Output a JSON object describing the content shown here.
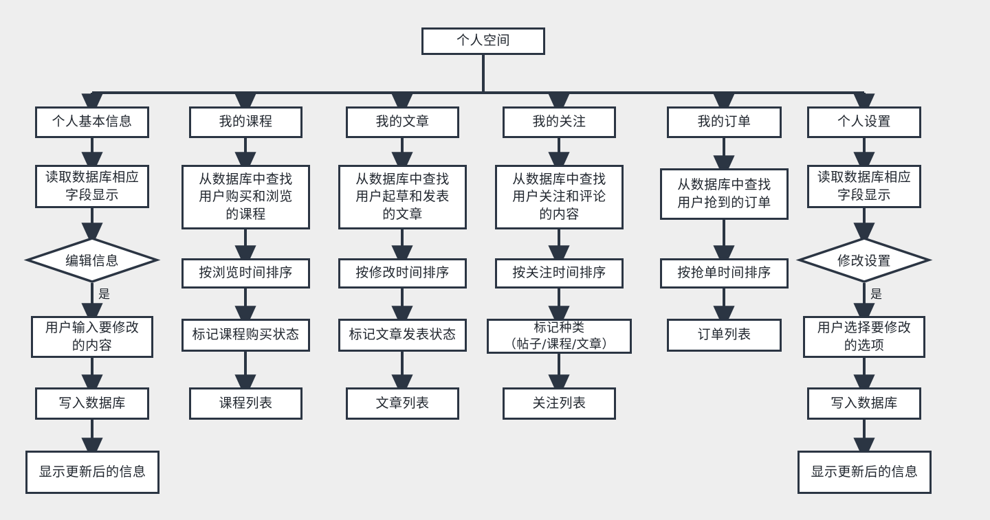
{
  "diagram": {
    "title": "个人空间",
    "background_color": "#eeeeee",
    "node_fill": "#ffffff",
    "node_stroke": "#2b3543",
    "text_color": "#20262e",
    "root": {
      "label": "个人空间"
    },
    "edge_labels": {
      "yes_left": "是",
      "yes_right": "是"
    },
    "columns": [
      {
        "id": "basic-info",
        "head": "个人基本信息",
        "nodes": [
          {
            "id": "col1-head",
            "label": "个人基本信息",
            "shape": "box"
          },
          {
            "id": "col1-read-db",
            "label": "读取数据库相应\n字段显示",
            "shape": "box"
          },
          {
            "id": "col1-edit-decision",
            "label": "编辑信息",
            "shape": "diamond"
          },
          {
            "id": "col1-user-input",
            "label": "用户输入要修改\n的内容",
            "shape": "box"
          },
          {
            "id": "col1-write-db",
            "label": "写入数据库",
            "shape": "box"
          },
          {
            "id": "col1-show-updated",
            "label": "显示更新后的信息",
            "shape": "box"
          }
        ]
      },
      {
        "id": "my-courses",
        "head": "我的课程",
        "nodes": [
          {
            "id": "col2-head",
            "label": "我的课程",
            "shape": "box"
          },
          {
            "id": "col2-query",
            "label": "从数据库中查找\n用户购买和浏览\n的课程",
            "shape": "box"
          },
          {
            "id": "col2-sort",
            "label": "按浏览时间排序",
            "shape": "box"
          },
          {
            "id": "col2-mark",
            "label": "标记课程购买状态",
            "shape": "box"
          },
          {
            "id": "col2-list",
            "label": "课程列表",
            "shape": "box"
          }
        ]
      },
      {
        "id": "my-articles",
        "head": "我的文章",
        "nodes": [
          {
            "id": "col3-head",
            "label": "我的文章",
            "shape": "box"
          },
          {
            "id": "col3-query",
            "label": "从数据库中查找\n用户起草和发表\n的文章",
            "shape": "box"
          },
          {
            "id": "col3-sort",
            "label": "按修改时间排序",
            "shape": "box"
          },
          {
            "id": "col3-mark",
            "label": "标记文章发表状态",
            "shape": "box"
          },
          {
            "id": "col3-list",
            "label": "文章列表",
            "shape": "box"
          }
        ]
      },
      {
        "id": "my-follows",
        "head": "我的关注",
        "nodes": [
          {
            "id": "col4-head",
            "label": "我的关注",
            "shape": "box"
          },
          {
            "id": "col4-query",
            "label": "从数据库中查找\n用户关注和评论\n的内容",
            "shape": "box"
          },
          {
            "id": "col4-sort",
            "label": "按关注时间排序",
            "shape": "box"
          },
          {
            "id": "col4-mark",
            "label": "标记种类\n（帖子/课程/文章）",
            "shape": "box"
          },
          {
            "id": "col4-list",
            "label": "关注列表",
            "shape": "box"
          }
        ]
      },
      {
        "id": "my-orders",
        "head": "我的订单",
        "nodes": [
          {
            "id": "col5-head",
            "label": "我的订单",
            "shape": "box"
          },
          {
            "id": "col5-query",
            "label": "从数据库中查找\n用户抢到的订单",
            "shape": "box"
          },
          {
            "id": "col5-sort",
            "label": "按抢单时间排序",
            "shape": "box"
          },
          {
            "id": "col5-list",
            "label": "订单列表",
            "shape": "box"
          }
        ]
      },
      {
        "id": "personal-settings",
        "head": "个人设置",
        "nodes": [
          {
            "id": "col6-head",
            "label": "个人设置",
            "shape": "box"
          },
          {
            "id": "col6-read-db",
            "label": "读取数据库相应\n字段显示",
            "shape": "box"
          },
          {
            "id": "col6-modify-decision",
            "label": "修改设置",
            "shape": "diamond"
          },
          {
            "id": "col6-user-select",
            "label": "用户选择要修改\n的选项",
            "shape": "box"
          },
          {
            "id": "col6-write-db",
            "label": "写入数据库",
            "shape": "box"
          },
          {
            "id": "col6-show-updated",
            "label": "显示更新后的信息",
            "shape": "box"
          }
        ]
      }
    ]
  }
}
